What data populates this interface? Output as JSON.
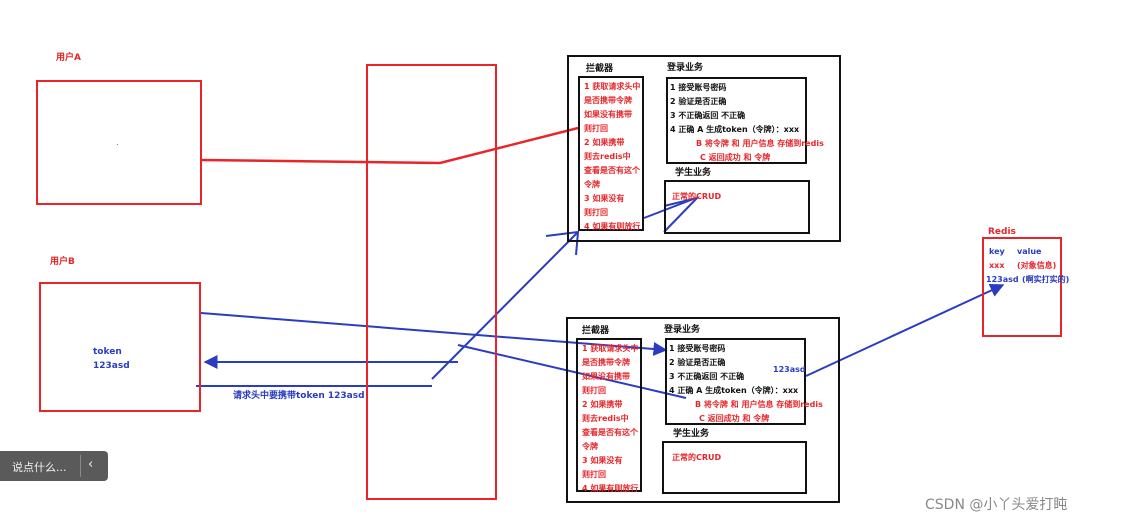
{
  "user_a": {
    "label": "用户A",
    "dot": "."
  },
  "user_b": {
    "label": "用户B",
    "token_label": "token",
    "token_value": "123asd"
  },
  "request_note": "请求头中要携带token 123asd",
  "top_server": {
    "interceptor_title": "拦截器",
    "interceptor_lines": [
      "1 获取请求头中",
      "是否携带令牌",
      "如果没有携带",
      "则打回",
      "2 如果携带",
      "则去redis中",
      "查看是否有这个",
      "令牌",
      "3 如果没有",
      "则打回",
      "4 如果有则放行"
    ],
    "login_title": "登录业务",
    "login_lines": [
      "1 接受账号密码",
      "2 验证是否正确",
      "3 不正确返回 不正确",
      "4 正确  A 生成token（令牌）：xxx"
    ],
    "login_lines_red": [
      "B 将令牌 和 用户信息 存储到redis",
      "C 返回成功 和 令牌"
    ],
    "student_title": "学生业务",
    "student_text": "正常的CRUD"
  },
  "bottom_server": {
    "interceptor_title": "拦截器",
    "interceptor_lines": [
      "1 获取请求头中",
      "是否携带令牌",
      "如果没有携带",
      "则打回",
      "2 如果携带",
      "则去redis中",
      "查看是否有这个",
      "令牌",
      "3 如果没有",
      "则打回",
      "4 如果有则放行"
    ],
    "login_title": "登录业务",
    "login_lines": [
      "1 接受账号密码",
      "2 验证是否正确",
      "3 不正确返回 不正确",
      "4 正确  A 生成token（令牌）：xxx"
    ],
    "login_lines_red": [
      "B 将令牌 和 用户信息 存储到redis",
      "C 返回成功 和 令牌"
    ],
    "token_tag": "123asd",
    "student_title": "学生业务",
    "student_text": "正常的CRUD"
  },
  "redis": {
    "title": "Redis",
    "header": [
      "key",
      "value"
    ],
    "row1": [
      "xxx",
      "(对象信息)"
    ],
    "row2": [
      "123asd",
      "(啊实打实的)"
    ]
  },
  "comment_pill": {
    "placeholder": "说点什么...",
    "chevron": "‹"
  },
  "watermark": "CSDN @小丫头爱打盹",
  "colors": {
    "red": "#e8262a",
    "blue": "#2a3cc1",
    "black": "#111111"
  }
}
